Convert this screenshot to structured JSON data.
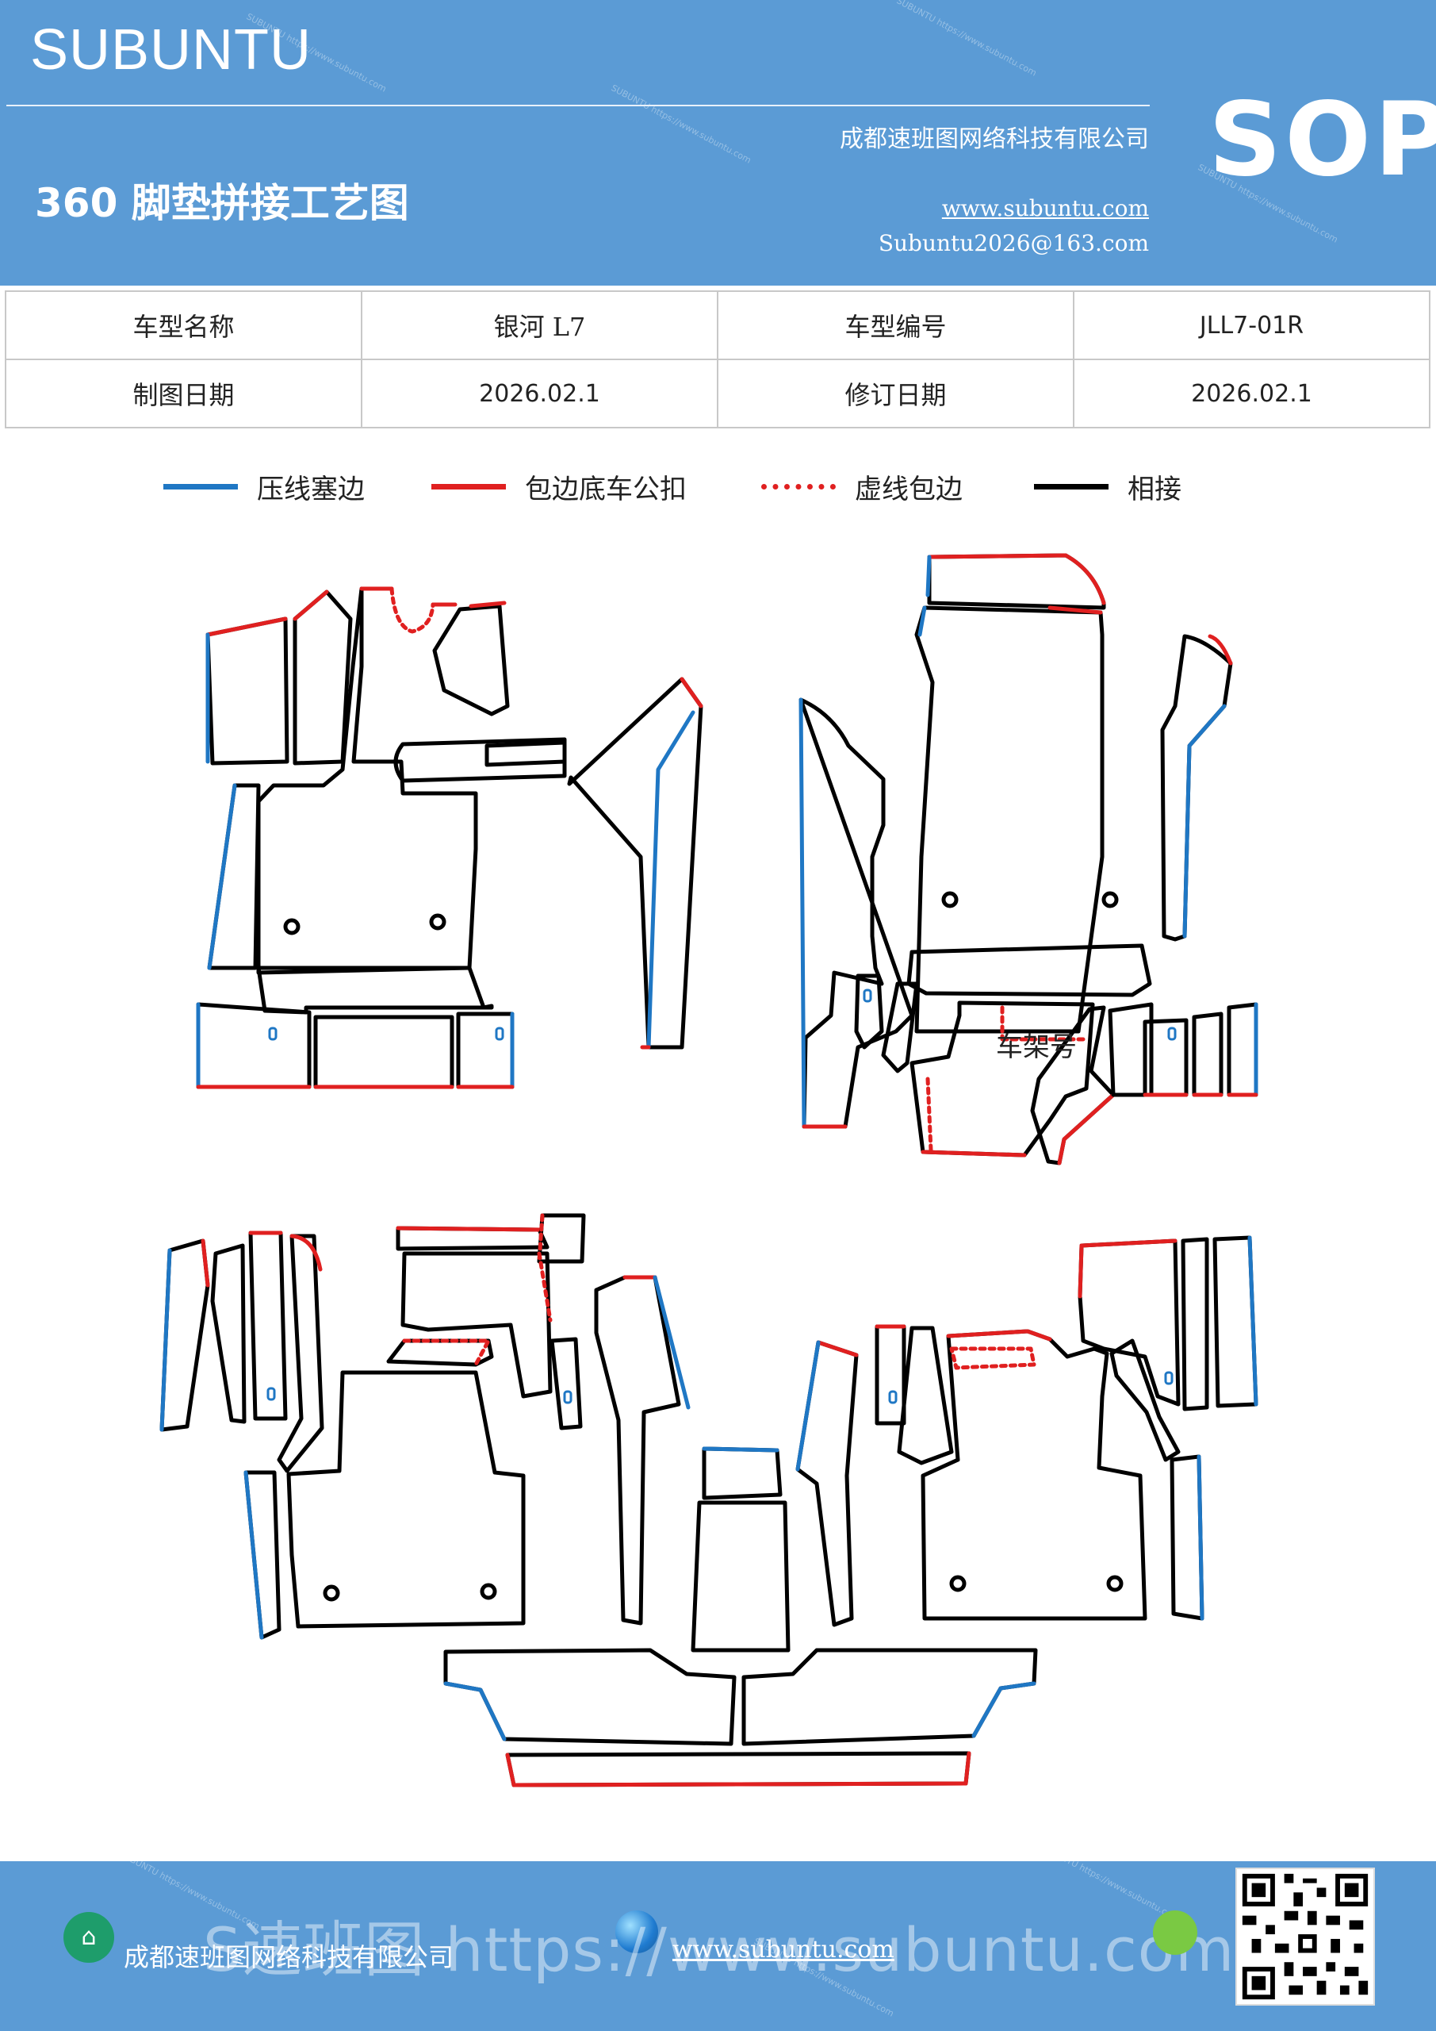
{
  "header": {
    "brand": "SUBUNTU",
    "title": "360 脚垫拼接工艺图",
    "company": "成都速班图网络科技有限公司",
    "website": "www.subuntu.com",
    "email": "Subuntu2026@163.com",
    "badge": "SOP",
    "watermark": "SUBUNTU https://www.subuntu.com"
  },
  "info_table": {
    "rows": [
      [
        "车型名称",
        "银河 L7",
        "车型编号",
        "JLL7-01R"
      ],
      [
        "制图日期",
        "2026.02.1",
        "修订日期",
        "2026.02.1"
      ]
    ]
  },
  "legend": [
    {
      "label": "压线塞边",
      "color": "#1f77c4",
      "style": "solid"
    },
    {
      "label": "包边底车公扣",
      "color": "#e02020",
      "style": "solid"
    },
    {
      "label": "虚线包边",
      "color": "#e02020",
      "style": "dashed"
    },
    {
      "label": "相接",
      "color": "#000000",
      "style": "solid"
    }
  ],
  "diagram": {
    "frame_number_label": "车架号"
  },
  "footer": {
    "company": "成都速班图网络科技有限公司",
    "website": "www.subuntu.com",
    "overlay_text": "S速班图 https://www.subuntu.com"
  },
  "colors": {
    "header_bg": "#5b9bd5",
    "blue_line": "#1f77c4",
    "red_line": "#e02020",
    "black_line": "#000000"
  }
}
